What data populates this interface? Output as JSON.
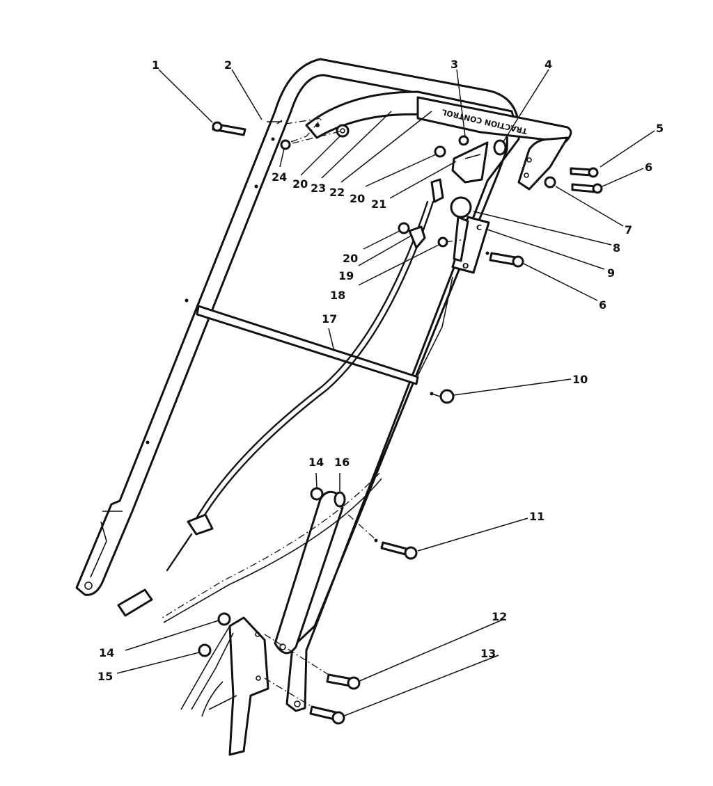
{
  "handle_label": "TRACTION CONTROL",
  "plate": {
    "top_letter": "C",
    "bottom_letter": "O"
  },
  "callouts": [
    "1",
    "2",
    "3",
    "4",
    "5",
    "6",
    "7",
    "8",
    "9",
    "6",
    "10",
    "11",
    "12",
    "13",
    "14",
    "15",
    "16",
    "14",
    "17",
    "18",
    "19",
    "20",
    "21",
    "22",
    "23",
    "20",
    "24",
    "20"
  ]
}
